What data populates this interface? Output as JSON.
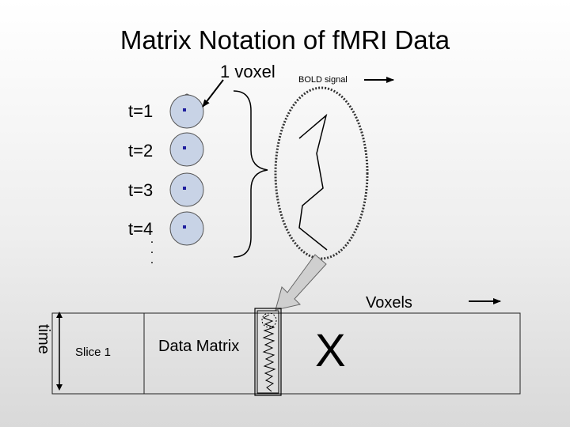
{
  "title": "Matrix Notation of fMRI Data",
  "voxel_label": "1 voxel",
  "bold_label": "BOLD signal",
  "time_points": [
    "t=1",
    "t=2",
    "t=3",
    "t=4"
  ],
  "continuation": ". . .",
  "voxels_label": "Voxels",
  "time_label": "time",
  "slice_label": "Slice 1",
  "data_matrix_label": "Data Matrix",
  "x_label": "X",
  "colors": {
    "head": "#c8d3e6",
    "voxel_dot": "#1f1f9e",
    "background_top": "#ffffff",
    "background_bottom": "#d9d9d9",
    "arrow": "#cfcfcf"
  }
}
